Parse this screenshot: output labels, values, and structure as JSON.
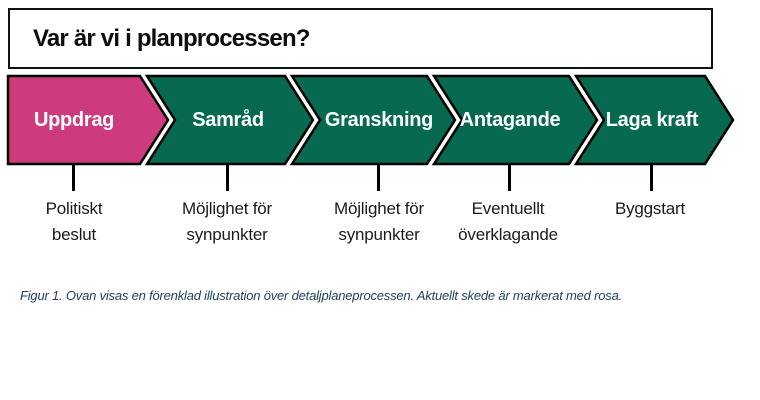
{
  "header": {
    "title": "Var är vi i planprocessen?"
  },
  "process": {
    "steps": [
      {
        "label": "Uppdrag",
        "status": "active",
        "color": "#ce3b7d",
        "note_lines": [
          "Politiskt",
          "beslut"
        ]
      },
      {
        "label": "Samråd",
        "status": "upcoming",
        "color": "#07694f",
        "note_lines": [
          "Möjlighet för",
          "synpunkter"
        ]
      },
      {
        "label": "Granskning",
        "status": "upcoming",
        "color": "#07694f",
        "note_lines": [
          "Möjlighet för",
          "synpunkter"
        ]
      },
      {
        "label": "Antagande",
        "status": "upcoming",
        "color": "#07694f",
        "note_lines": [
          "Eventuellt",
          "överklagande"
        ]
      },
      {
        "label": "Laga kraft",
        "status": "upcoming",
        "color": "#07694f",
        "note_lines": [
          "Byggstart"
        ]
      }
    ]
  },
  "caption": {
    "text": "Figur 1. Ovan visas en förenklad illustration över detaljplaneprocessen. Aktuellt skede är markerat med rosa."
  },
  "colors": {
    "active_step": "#ce3b7d",
    "inactive_step": "#07694f",
    "outline": "#000000",
    "caption_text": "#1f3d5e"
  }
}
